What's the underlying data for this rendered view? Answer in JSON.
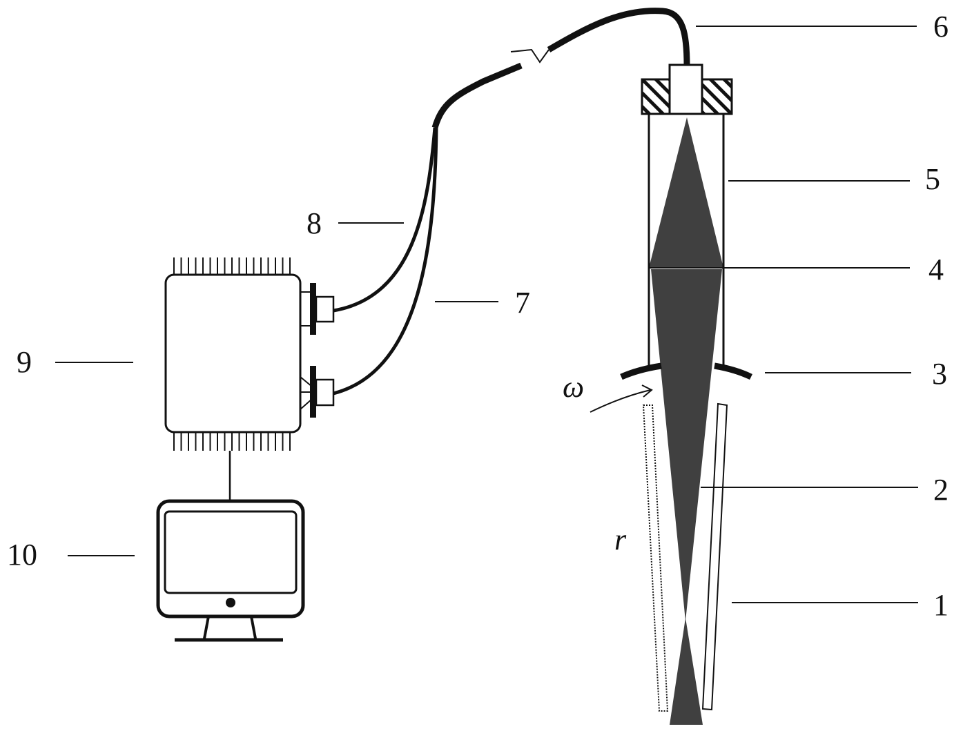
{
  "diagram": {
    "labels": {
      "l1": "1",
      "l2": "2",
      "l3": "3",
      "l4": "4",
      "l5": "5",
      "l6": "6",
      "l7": "7",
      "l8": "8",
      "l9": "9",
      "l10": "10"
    },
    "symbols": {
      "omega": "ω",
      "radius": "r"
    },
    "colors": {
      "ink": "#111111",
      "beam": "#404040"
    }
  }
}
